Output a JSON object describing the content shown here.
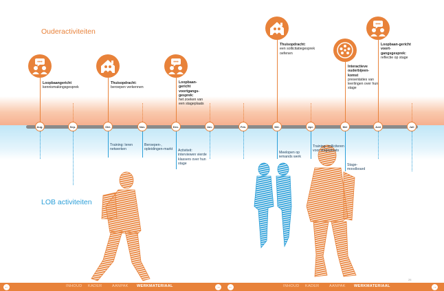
{
  "headings": {
    "parent": "Ouderactiviteiten",
    "lob": "LOB activiteiten"
  },
  "colors": {
    "orange": "#e8823a",
    "blue": "#2a9ed8"
  },
  "months": [
    "Aug.",
    "Sep.",
    "Okt.",
    "Nov.",
    "Dec.",
    "Jan.",
    "Feb.",
    "Mrt.",
    "Apr.",
    "Mei",
    "Juni",
    "Juli"
  ],
  "parent_activities": [
    {
      "title": "Loopbaangericht",
      "desc": "kennismakingsgesprek",
      "icon": "chat-people-icon"
    },
    {
      "title": "Thuisopdracht:",
      "desc": "beroepen verkennen",
      "icon": "house-family-icon"
    },
    {
      "title": "Loopbaan-gericht voortgangs-gesprek:",
      "desc": "het zoeken van een stageplaats",
      "icon": "chat-people-icon"
    },
    {
      "title": "Thuisopdracht:",
      "desc": "een sollicitatiegesprek oefenen",
      "icon": "house-family-icon"
    },
    {
      "title": "Interactieve ouderbijeen-komst",
      "desc": "presentaties van leerlingen over hun stage",
      "icon": "group-circle-icon"
    },
    {
      "title": "Loopbaan-gericht voort-gangsgesprek:",
      "desc": "reflectie op stage",
      "icon": "chat-people-icon"
    }
  ],
  "lob_activities": [
    "Training: leren netwerken",
    "Beroepen-, opleidingen-markt",
    "Activiteit: interviewen vierde klassers over hun stage",
    "Meelopen op iemands werk",
    "Training: solliciteren voor stageplaats",
    "Stage-moodboard"
  ],
  "footer": {
    "prev": "←",
    "next": "→",
    "nav": [
      "INHOUD",
      "KADER",
      "AANPAK",
      "WERKMATERIAAL"
    ],
    "active": "WERKMATERIAAL",
    "page": "26"
  }
}
